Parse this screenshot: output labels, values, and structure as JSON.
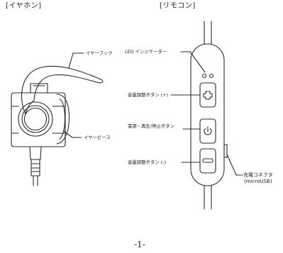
{
  "sections": {
    "earphone": "[イヤホン]",
    "remote": "[リモコン]"
  },
  "earphone_labels": {
    "ear_hook": "イヤーフック",
    "ear_piece": "イヤーピース"
  },
  "remote_labels": {
    "led": "LED インジケーター",
    "volume_up": "音量調整ボタン (+)",
    "power_play": "電源・再生/停止ボタン",
    "volume_down": "音量調整ボタン (-)",
    "charge_connector_line1": "充電コネクタ",
    "charge_connector_line2": "(microUSB)"
  },
  "page_number": "-1-"
}
